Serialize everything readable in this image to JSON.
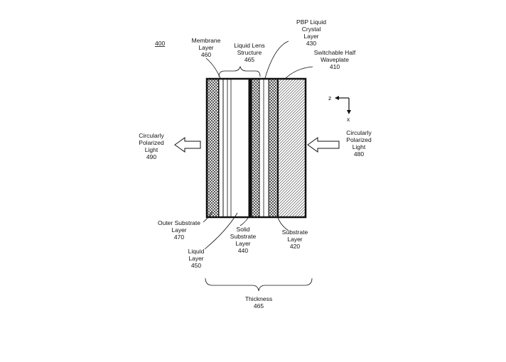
{
  "figure": {
    "number": "400"
  },
  "labels": {
    "membrane": [
      "Membrane",
      "Layer",
      "460"
    ],
    "liquid_lens": [
      "Liquid Lens",
      "Structure",
      "465"
    ],
    "pbp": [
      "PBP Liquid",
      "Crystal",
      "Layer",
      "430"
    ],
    "switchable": [
      "Switchable Half",
      "Waveplate",
      "410"
    ],
    "circ_left": [
      "Circularly",
      "Polarized",
      "Light",
      "490"
    ],
    "circ_right": [
      "Circularly",
      "Polarized",
      "Light",
      "480"
    ],
    "outer_substrate": [
      "Outer Substrate",
      "Layer",
      "470"
    ],
    "solid_substrate": [
      "Solid",
      "Substrate",
      "Layer",
      "440"
    ],
    "substrate": [
      "Substrate",
      "Layer",
      "420"
    ],
    "liquid_layer": [
      "Liquid",
      "Layer",
      "450"
    ],
    "thickness": [
      "Thickness",
      "465"
    ]
  },
  "axes": {
    "z": "z",
    "x": "x"
  },
  "icons": {
    "left_arrow": "left-arrow-icon",
    "right_arrow": "left-arrow-icon",
    "axis": "axis-icon"
  },
  "colors": {
    "ink": "#111111",
    "background": "#ffffff"
  }
}
